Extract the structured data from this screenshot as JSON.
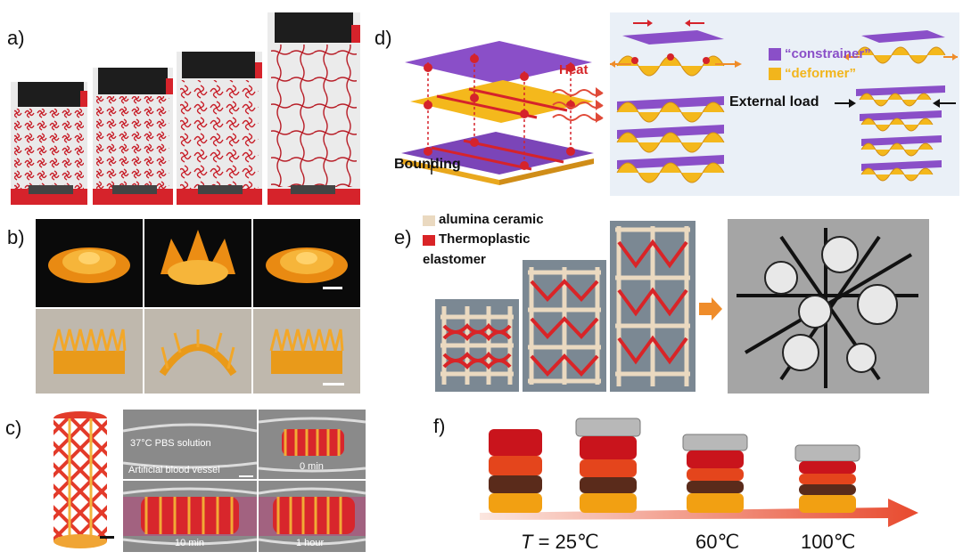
{
  "figure": {
    "panels": {
      "a": {
        "label": "a)"
      },
      "b": {
        "label": "b)"
      },
      "c": {
        "label": "c)",
        "pbs_text": "37°C PBS solution",
        "vessel_text": "Artificial blood vessel",
        "times": [
          "0 min",
          "10 min",
          "1 hour"
        ]
      },
      "d": {
        "label": "d)",
        "heat_text": "Heat",
        "legend": [
          {
            "text": "“constrainer”",
            "color": "#8a4fc8"
          },
          {
            "text": "“deformer”",
            "color": "#f2b51c"
          }
        ],
        "bounding_text": "Bounding",
        "external_load_text": "External load"
      },
      "e": {
        "label": "e)",
        "legend": [
          {
            "text": "alumina ceramic",
            "color": "#ead9c0"
          },
          {
            "text": "Thermoplastic",
            "color": "#d92427"
          }
        ],
        "legend_line2": "elastomer"
      },
      "f": {
        "label": "f)",
        "temp_var": "T",
        "temp_eq": " = 25℃",
        "temps": [
          "60℃",
          "100℃"
        ]
      }
    },
    "colors": {
      "red": "#d51f26",
      "orange": "#f0a020",
      "purple": "#8a4fc8",
      "yellow": "#f2b51c",
      "arrow_orange": "#ef8c2a",
      "ceramic": "#ead9c0"
    }
  }
}
